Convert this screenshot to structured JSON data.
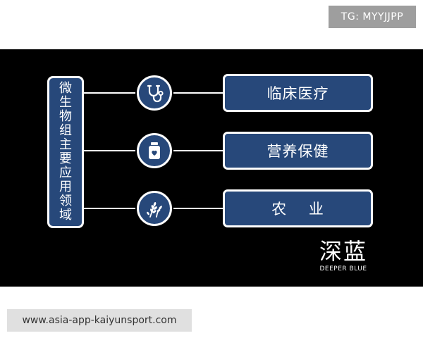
{
  "tag_badge": "TG: MYYJJPP",
  "left_box": {
    "text": "微生物组主要应用领域"
  },
  "categories": [
    {
      "label": "临床医疗",
      "icon": "stethoscope-icon"
    },
    {
      "label": "营养保健",
      "icon": "supplement-jar-icon"
    },
    {
      "label": "农    业",
      "icon": "wheat-icon"
    }
  ],
  "brand": {
    "main": "深蓝",
    "sub": "DEEPER BLUE"
  },
  "url_banner": "www.asia-app-kaiyunsport.com",
  "colors": {
    "panel_background": "#000000",
    "box_fill": "#27487a",
    "border": "#ffffff",
    "badge_background": "#9e9e9e",
    "url_background": "#e0e0e0"
  }
}
